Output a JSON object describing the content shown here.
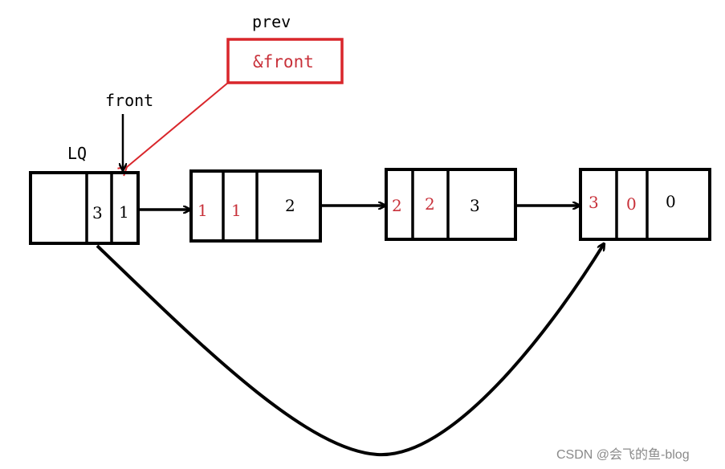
{
  "labels": {
    "prev": "prev",
    "prev_value": "&front",
    "front": "front",
    "lq": "LQ"
  },
  "lq_node": {
    "cells": [
      "",
      "3",
      "1"
    ]
  },
  "nodes": [
    {
      "cells": [
        "1",
        "1",
        "2"
      ]
    },
    {
      "cells": [
        "2",
        "2",
        "3"
      ]
    },
    {
      "cells": [
        "3",
        "0",
        "0"
      ]
    }
  ],
  "watermark": "CSDN @会飞的鱼-blog",
  "colors": {
    "line": "#000000",
    "highlight": "#d9262b",
    "red_text": "#c8313a",
    "watermark": "#8a8a8a"
  }
}
